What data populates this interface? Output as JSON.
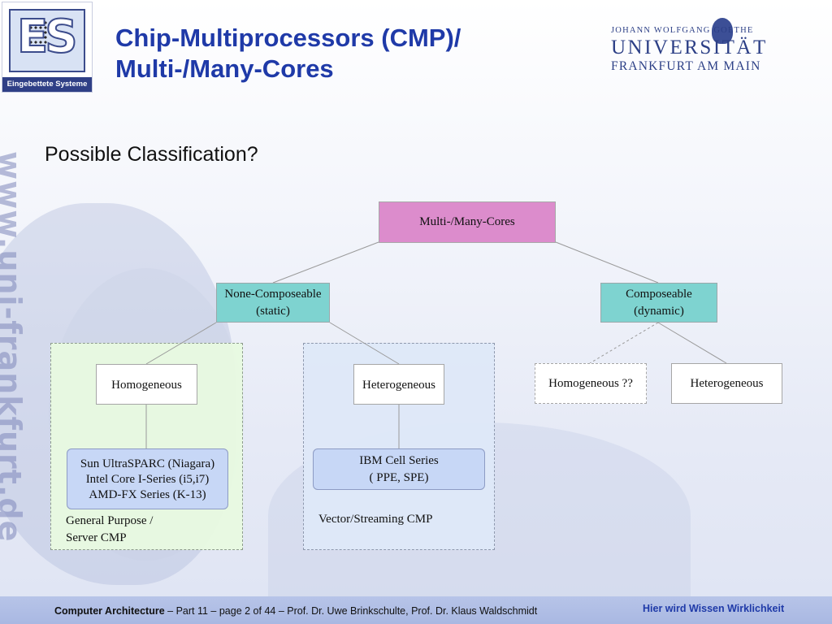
{
  "logo": {
    "letters": "ES",
    "caption": "Eingebettete Systeme"
  },
  "title": {
    "line1": "Chip-Multiprocessors (CMP)/",
    "line2": "Multi-/Many-Cores"
  },
  "university": {
    "top": "JOHANN WOLFGANG GOETHE",
    "main": "UNIVERSITÄT",
    "bottom": "FRANKFURT AM MAIN"
  },
  "watermark": "www.uni-frankfurt.de",
  "subtitle": "Possible Classification?",
  "diagram": {
    "root": "Multi-/Many-Cores",
    "left": {
      "line1": "None-Composeable",
      "line2": "(static)"
    },
    "right": {
      "line1": "Composeable",
      "line2": "(dynamic)"
    },
    "homogeneous": "Homogeneous",
    "heterogeneous": "Heterogeneous",
    "homogeneous_q": "Homogeneous ??",
    "heterogeneous_r": "Heterogeneous",
    "examples_gp": [
      "Sun UltraSPARC (Niagara)",
      "Intel Core I-Series (i5,i7)",
      "AMD-FX Series (K-13)"
    ],
    "examples_vec": [
      "IBM Cell Series",
      "( PPE, SPE)"
    ],
    "group_gp": [
      "General Purpose /",
      "Server CMP"
    ],
    "group_vec": "Vector/Streaming CMP"
  },
  "footer": {
    "course": "Computer Architecture",
    "rest": " – Part 11 – page 2 of 44 – Prof. Dr. Uwe Brinkschulte, Prof. Dr. Klaus Waldschmidt",
    "slogan": "Hier wird Wissen Wirklichkeit"
  }
}
